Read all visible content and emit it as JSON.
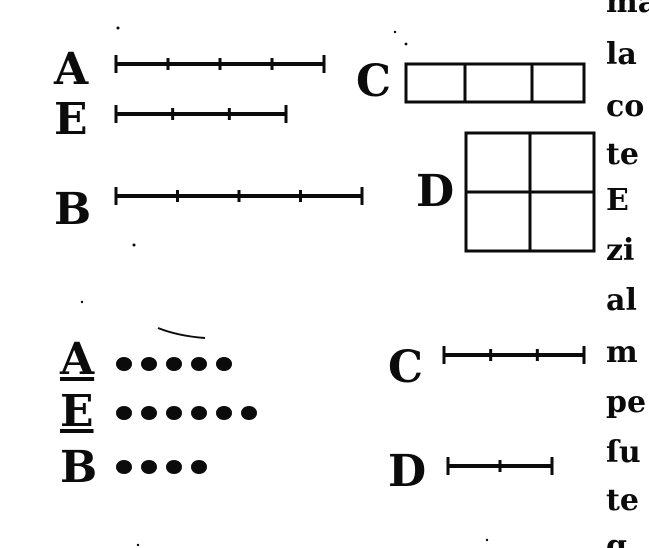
{
  "figure_top": {
    "labels": {
      "A": "A",
      "E": "E",
      "B": "B",
      "C": "C",
      "D": "D"
    },
    "segments": [
      {
        "label": "A",
        "parts": 4
      },
      {
        "label": "E",
        "parts": 3
      },
      {
        "label": "B",
        "parts": 4
      }
    ],
    "rectangle_C": {
      "label": "C",
      "cols": 3,
      "rows": 1
    },
    "square_D": {
      "label": "D",
      "cols": 2,
      "rows": 2
    }
  },
  "figure_bottom": {
    "dot_rows": [
      {
        "label": "A",
        "dots": 5
      },
      {
        "label": "E",
        "dots": 6
      },
      {
        "label": "B",
        "dots": 4
      }
    ],
    "segments": [
      {
        "label": "C",
        "parts": 3
      },
      {
        "label": "D",
        "parts": 2
      }
    ]
  },
  "margin_text": [
    "ma",
    "la",
    "co",
    "te",
    "E",
    "zi",
    "al",
    "m",
    "pe",
    "ſu",
    "te",
    "g"
  ],
  "colors": {
    "ink": "#0b0b0b",
    "paper": "#ffffff"
  }
}
